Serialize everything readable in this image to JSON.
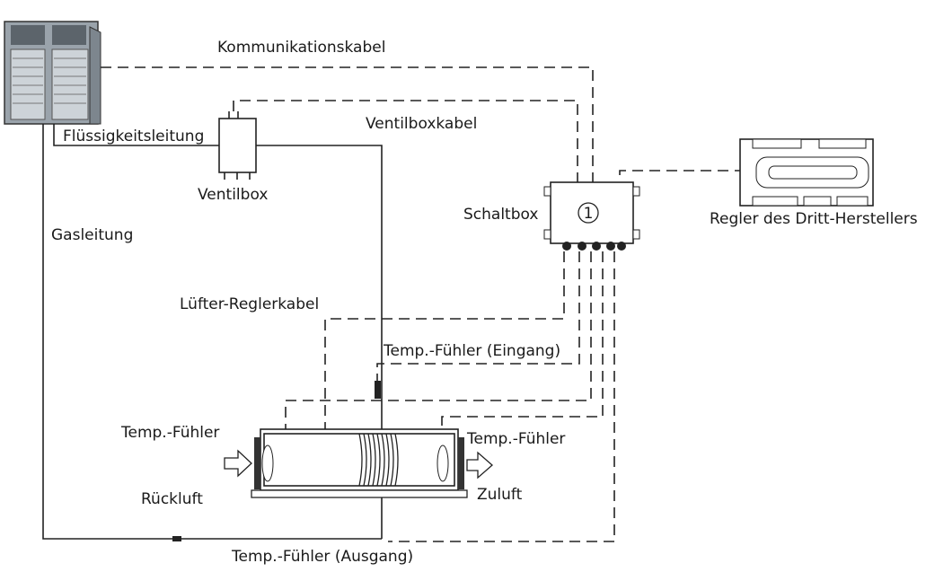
{
  "labels": {
    "kommunikationskabel": "Kommunikationskabel",
    "fluessigkeitsleitung": "Flüssigkeitsleitung",
    "ventilboxkabel": "Ventilboxkabel",
    "ventilbox": "Ventilbox",
    "schaltbox": "Schaltbox",
    "schaltbox_number": "1",
    "regler": "Regler des Dritt-Herstellers",
    "gasleitung": "Gasleitung",
    "luefter_reglerkabel": "Lüfter-Reglerkabel",
    "temp_eingang": "Temp.-Fühler (Eingang)",
    "temp_left": "Temp.-Fühler",
    "temp_right": "Temp.-Fühler",
    "rueckluft": "Rückluft",
    "zuluft": "Zuluft",
    "temp_ausgang": "Temp.-Fühler (Ausgang)"
  },
  "icons": {
    "outdoor_unit": "outdoor-unit-icon",
    "controller": "third-party-controller-icon",
    "ahu": "air-handling-unit-icon"
  }
}
